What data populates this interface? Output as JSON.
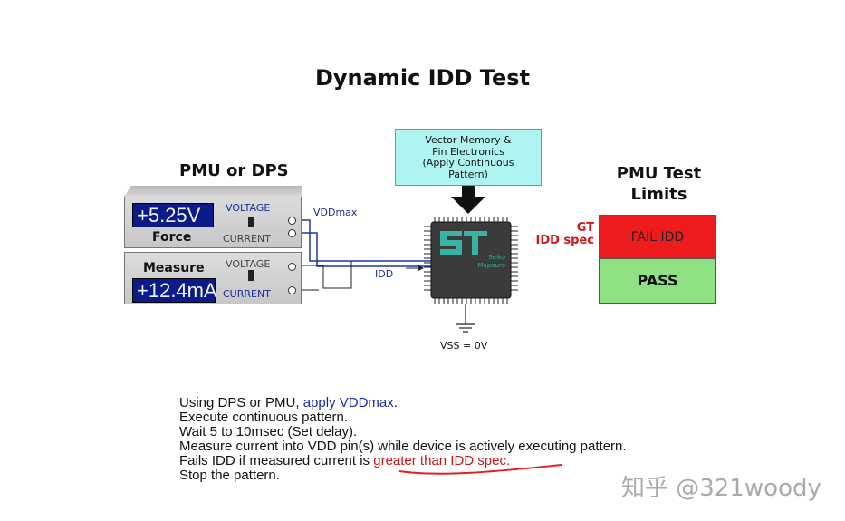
{
  "title": "Dynamic IDD Test",
  "pmu": {
    "title": "PMU or DPS",
    "force_display": "+5.25V",
    "force_label": "Force",
    "force_voltage": "VOLTAGE",
    "force_current": "CURRENT",
    "measure_label": "Measure",
    "measure_display": "+12.4mA",
    "measure_voltage": "VOLTAGE",
    "measure_current": "CURRENT"
  },
  "vector_box": {
    "line1": "Vector Memory &",
    "line2": "Pin Electronics",
    "line3": "(Apply Continuous",
    "line4": "Pattern)"
  },
  "labels": {
    "vddmax": "VDDmax",
    "idd": "IDD",
    "vss": "VSS = 0V",
    "chip_line1": "Seiko",
    "chip_line2": "Mapouro"
  },
  "limits": {
    "title_line1": "PMU Test",
    "title_line2": "Limits",
    "gt_line1": "GT",
    "gt_line2": "IDD spec",
    "fail": "FAIL IDD",
    "pass": "PASS",
    "fail_color": "#ee1c1c",
    "pass_color": "#8fe083"
  },
  "steps": {
    "s1_prefix": "Using DPS or PMU, ",
    "s1_link": "apply VDDmax",
    "s1_suffix": ".",
    "s2": "Execute continuous pattern.",
    "s3": "Wait 5 to 10msec (Set delay).",
    "s4": "Measure current into VDD pin(s) while device is actively executing pattern.",
    "s5_prefix": "Fails IDD if measured current is ",
    "s5_link": "greater than IDD spec.",
    "s6": "Stop the pattern."
  },
  "watermark": "知乎 @321woody"
}
